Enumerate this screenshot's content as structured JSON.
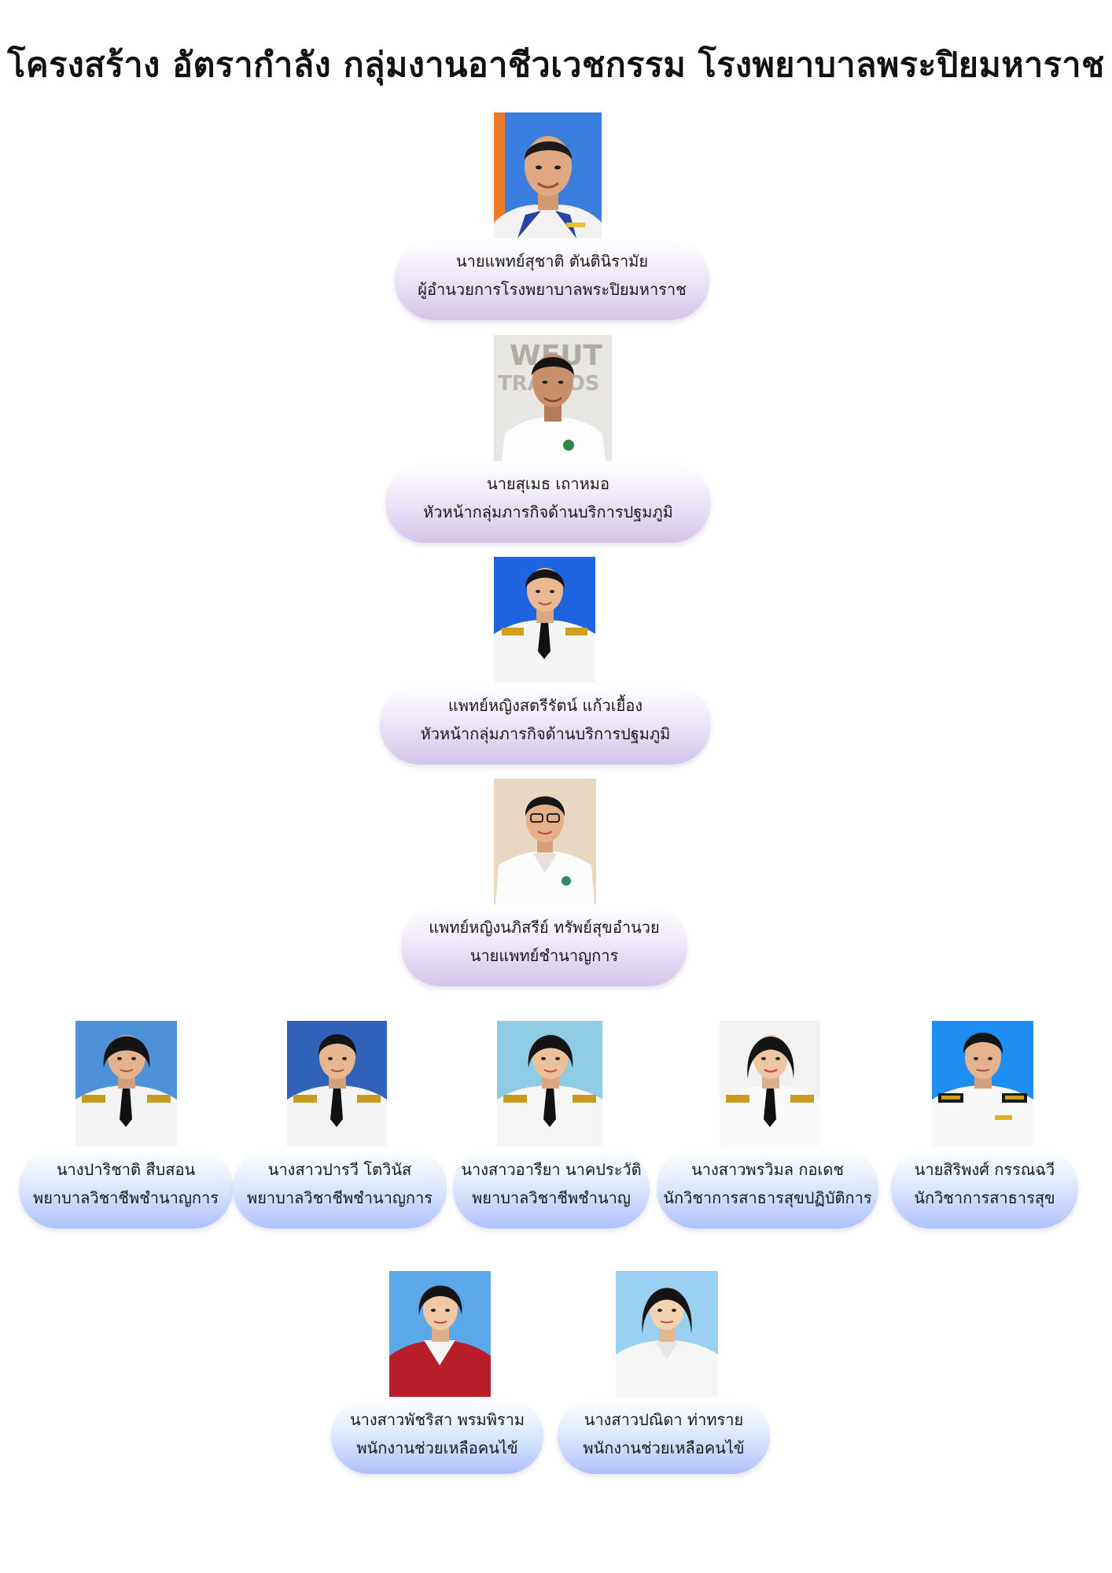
{
  "title": "โครงสร้าง อัตรากำลัง กลุ่มงานอาชีวเวชกรรม โรงพยาบาลพระปิยมหาราช",
  "colors": {
    "chief_label": "#d3c5ea",
    "staff_label": "#aec3fb",
    "photo_blue": "#1e6fd9",
    "photo_orange": "#f07a28"
  },
  "leaders": [
    {
      "name": "นายแพทย์สุชาติ ตันตินิรามัย",
      "position": "ผู้อำนวยการโรงพยาบาลพระปิยมหาราช",
      "photo": "director-portrait"
    },
    {
      "name": "นายสุเมธ เถาหมอ",
      "position": "หัวหน้ากลุ่มภารกิจด้านบริการปฐมภูมิ",
      "photo": "official-portrait"
    },
    {
      "name": "แพทย์หญิงสตรีรัตน์ แก้วเยื้อง",
      "position": "หัวหน้ากลุ่มภารกิจด้านบริการปฐมภูมิ",
      "photo": "official-portrait"
    },
    {
      "name": "แพทย์หญิงนภิสรีย์ ทรัพย์สุขอำนวย",
      "position": "นายแพทย์ชำนาญการ",
      "photo": "doctor-portrait"
    }
  ],
  "staff": [
    {
      "name": "นางปาริชาติ สืบสอน",
      "position": "พยาบาลวิชาชีพชำนาญการ",
      "photo": "uniform-portrait"
    },
    {
      "name": "นางสาวปารวี โตวินัส",
      "position": "พยาบาลวิชาชีพชำนาญการ",
      "photo": "uniform-portrait"
    },
    {
      "name": "นางสาวอารียา นาคประวัติ",
      "position": "พยาบาลวิชาชีพชำนาญ",
      "photo": "uniform-portrait"
    },
    {
      "name": "นางสาวพรวิมล กอเดช",
      "position": "นักวิชาการสาธารสุขปฏิบัติการ",
      "photo": "uniform-portrait"
    },
    {
      "name": "นายสิริพงศ์ กรรณฉวี",
      "position": "นักวิชาการสาธารสุข",
      "photo": "uniform-portrait"
    }
  ],
  "assistants": [
    {
      "name": "นางสาวพัชริสา พรมพิราม",
      "position": "พนักงานช่วยเหลือคนไข้",
      "photo": "student-portrait"
    },
    {
      "name": "นางสาวปณิดา ท่าทราย",
      "position": "พนักงานช่วยเหลือคนไข้",
      "photo": "student-portrait"
    }
  ]
}
